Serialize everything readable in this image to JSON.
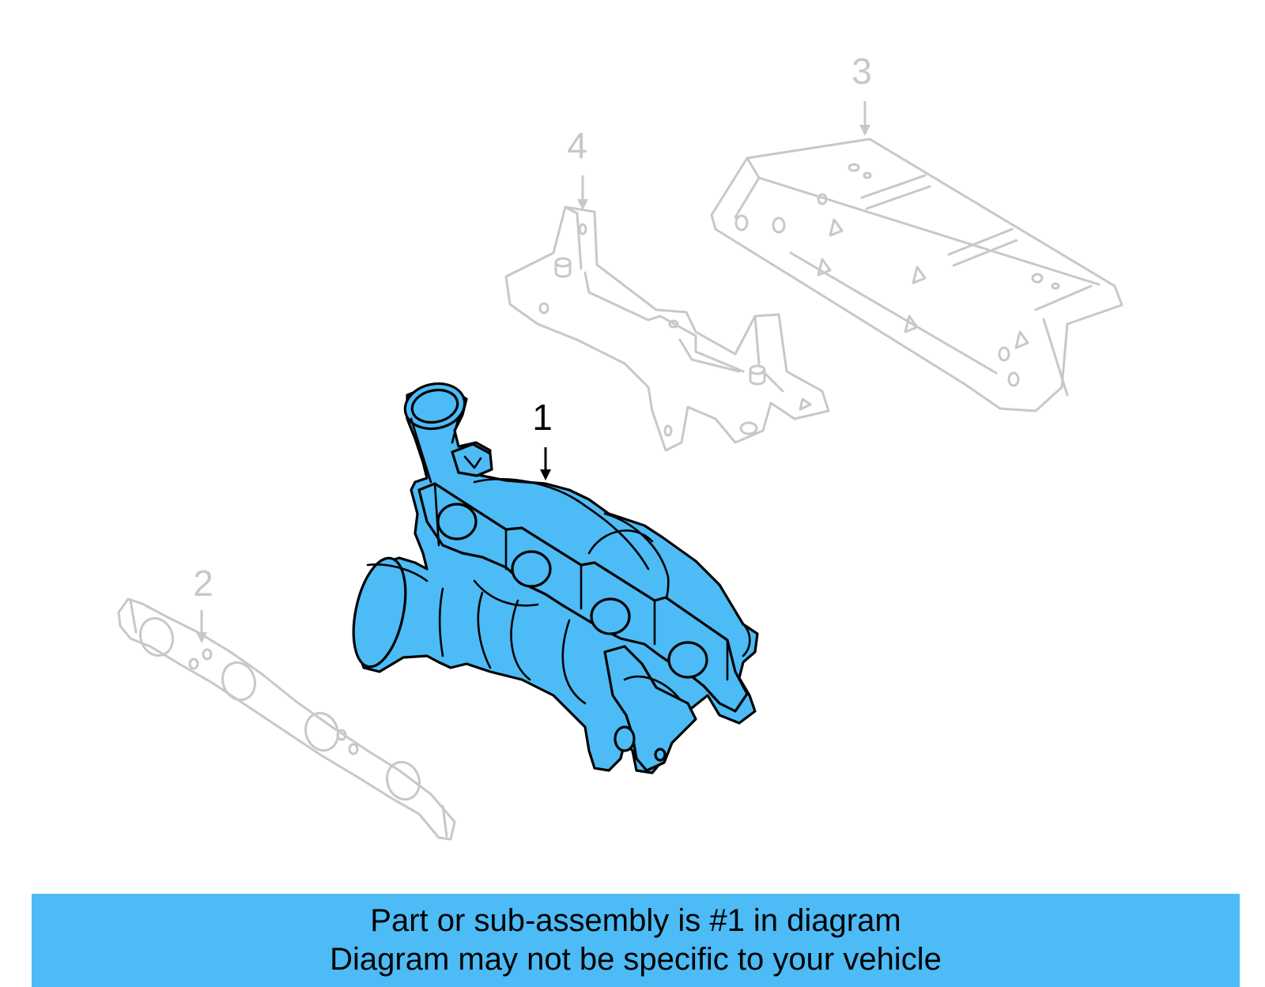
{
  "diagram": {
    "callouts": [
      {
        "id": "1",
        "label": "1",
        "highlighted": true
      },
      {
        "id": "2",
        "label": "2",
        "highlighted": false
      },
      {
        "id": "3",
        "label": "3",
        "highlighted": false
      },
      {
        "id": "4",
        "label": "4",
        "highlighted": false
      }
    ]
  },
  "banner": {
    "line1": "Part or sub-assembly is #1 in diagram",
    "line2": "Diagram may not be specific to your vehicle"
  },
  "colors": {
    "highlight": "#4dbbf5",
    "ghost": "#c8c8c8",
    "outline": "#000000",
    "banner_bg": "#4dbbf5"
  }
}
